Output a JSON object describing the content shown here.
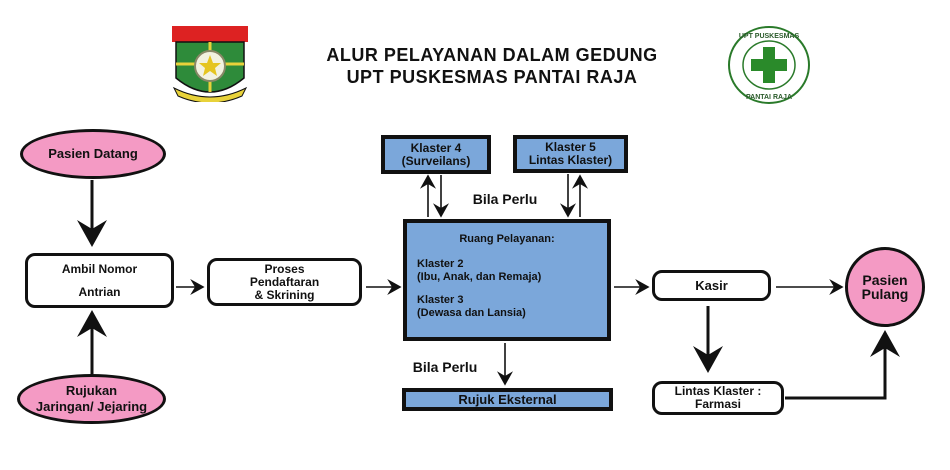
{
  "header": {
    "title_line1": "ALUR PELAYANAN DALAM GEDUNG",
    "title_line2": "UPT PUSKESMAS PANTAI RAJA",
    "right_logo_text": "UPT PUSKESMAS PANTAI RAJA"
  },
  "nodes": {
    "pasien_datang": "Pasien Datang",
    "ambil_nomor_1": "Ambil Nomor",
    "ambil_nomor_2": "Antrian",
    "rujukan_1": "Rujukan",
    "rujukan_2": "Jaringan/ Jejaring",
    "proses_1": "Proses",
    "proses_2": "Pendaftaran",
    "proses_3": "& Skrining",
    "klaster4_1": "Klaster 4",
    "klaster4_2": "(Surveilans)",
    "klaster5_1": "Klaster 5",
    "klaster5_2": "Lintas Klaster)",
    "bila_perlu_top": "Bila Perlu",
    "ruang_title": "Ruang Pelayanan:",
    "klaster2_1": "Klaster 2",
    "klaster2_2": "(Ibu, Anak, dan Remaja)",
    "klaster3_1": "Klaster 3",
    "klaster3_2": "(Dewasa dan Lansia)",
    "bila_perlu_bottom": "Bila Perlu",
    "rujuk_eksternal": "Rujuk Eksternal",
    "kasir": "Kasir",
    "farmasi_1": "Lintas Klaster :",
    "farmasi_2": "Farmasi",
    "pulang_1": "Pasien",
    "pulang_2": "Pulang"
  },
  "colors": {
    "pink": "#f49ac4",
    "blue": "#7ba7da"
  }
}
